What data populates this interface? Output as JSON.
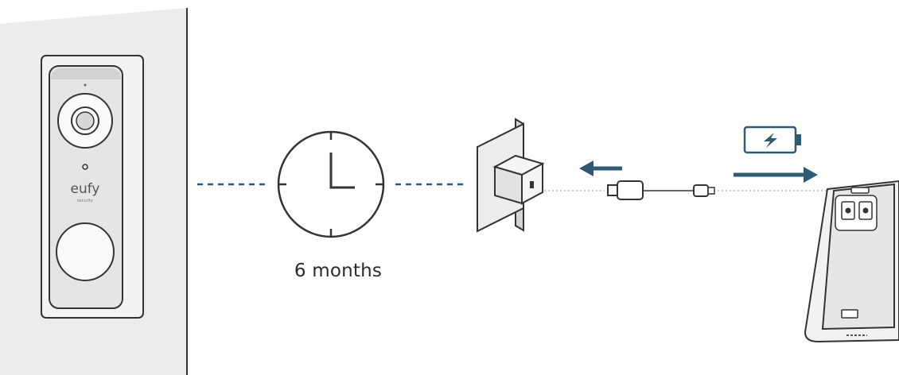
{
  "diagram": {
    "caption": "6 months",
    "doorbell": {
      "brand": "eufy",
      "sub_brand": "security"
    }
  },
  "colors": {
    "line": "#333333",
    "accent": "#2e5a73",
    "wall": "#ececec",
    "light_gray": "#e8e8e8"
  }
}
